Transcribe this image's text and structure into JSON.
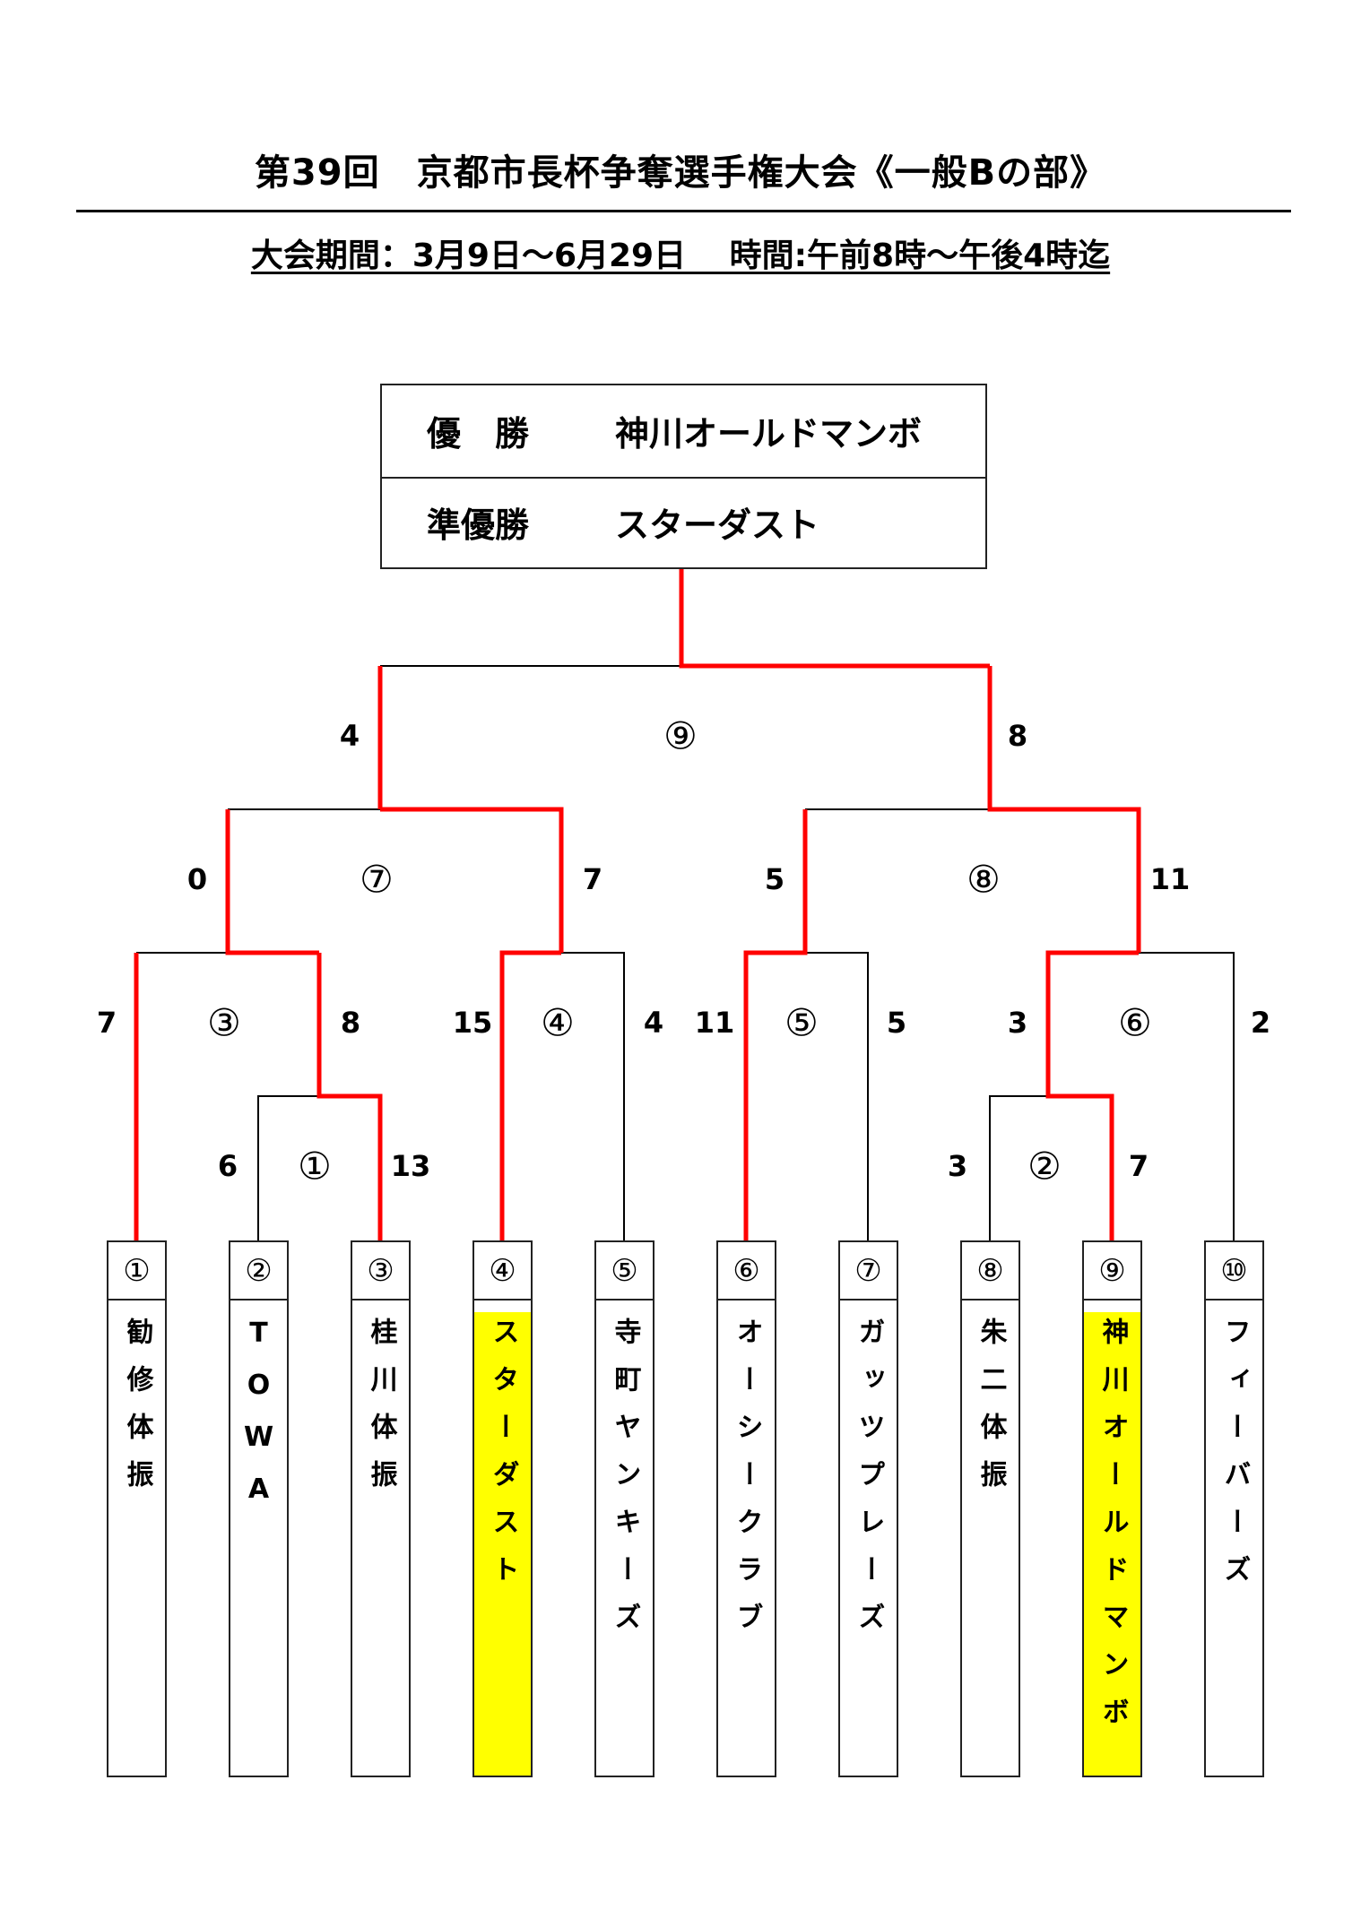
{
  "title": "第39回　京都市長杯争奪選手権大会《一般Bの部》",
  "period": "大会期間：3月9日～6月29日　 時間:午前8時～午後4時迄",
  "results": {
    "winner_label": "優　勝",
    "winner": "神川オールドマンボ",
    "runnerup_label": "準優勝",
    "runnerup": "スターダスト"
  },
  "colors": {
    "winner_path": "#ff0000",
    "highlight": "#ffff00"
  },
  "teams": [
    {
      "no": "①",
      "name": "勧修体振"
    },
    {
      "no": "②",
      "name": "TOWA"
    },
    {
      "no": "③",
      "name": "桂川体振"
    },
    {
      "no": "④",
      "name": "スターダスト"
    },
    {
      "no": "⑤",
      "name": "寺町ヤンキーズ"
    },
    {
      "no": "⑥",
      "name": "オーシークラブ"
    },
    {
      "no": "⑦",
      "name": "ガッツプレーズ"
    },
    {
      "no": "⑧",
      "name": "朱二体振"
    },
    {
      "no": "⑨",
      "name": "神川オールドマンボ"
    },
    {
      "no": "⑩",
      "name": "フィーバーズ"
    }
  ],
  "matches": [
    {
      "no": "①",
      "left": "6",
      "right": "13"
    },
    {
      "no": "②",
      "left": "3",
      "right": "7"
    },
    {
      "no": "③",
      "left": "7",
      "right": "8"
    },
    {
      "no": "④",
      "left": "15",
      "right": "4"
    },
    {
      "no": "⑤",
      "left": "11",
      "right": "5"
    },
    {
      "no": "⑥",
      "left": "3",
      "right": "2"
    },
    {
      "no": "⑦",
      "left": "0",
      "right": "7"
    },
    {
      "no": "⑧",
      "left": "5",
      "right": "11"
    },
    {
      "no": "⑨",
      "left": "4",
      "right": "8"
    }
  ]
}
